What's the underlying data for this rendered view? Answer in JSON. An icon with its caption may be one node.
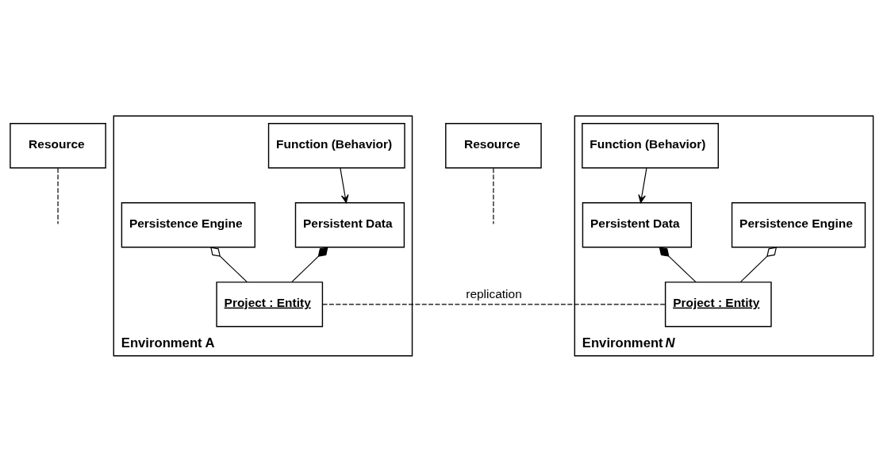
{
  "diagram": {
    "nodes": [
      {
        "text": [
          "Resource"
        ]
      },
      {
        "text": [
          "Environment A"
        ]
      },
      {
        "text": [
          "Persistent Data"
        ],
        "in": 1
      },
      {
        "text": [
          "Project : Entity"
        ],
        "in": 1
      },
      {
        "text": [
          "Function (Behavior)"
        ],
        "in": 1
      },
      {
        "text": [
          "Persistence Engine"
        ],
        "in": 1
      },
      {
        "text": [
          "Resource"
        ]
      },
      {
        "text": [
          "Environment *N*"
        ]
      },
      {
        "text": [
          "Persistent Data"
        ],
        "in": 7
      },
      {
        "text": [
          "Project : Entity"
        ],
        "in": 7
      },
      {
        "text": [
          "Persistence Engine"
        ],
        "in": 7
      },
      {
        "text": [
          "Function (Behavior)"
        ],
        "in": 7
      }
    ],
    "edges": [
      {
        "from": 0,
        "to": null,
        "arrow": "none",
        "style": "dashed"
      },
      {
        "from": 4,
        "to": 2,
        "arrow": "to"
      },
      {
        "from": 2,
        "to": 3,
        "arrow": "other"
      },
      {
        "from": 5,
        "to": 3,
        "arrow": "other"
      },
      {
        "from": 3,
        "to": 9,
        "arrow": "none",
        "label": "replication",
        "style": "dashed"
      },
      {
        "from": 6,
        "to": null,
        "arrow": "none",
        "style": "dashed"
      },
      {
        "from": 11,
        "to": 8,
        "arrow": "to"
      },
      {
        "from": 8,
        "to": 9,
        "arrow": "other"
      },
      {
        "from": 10,
        "to": 9,
        "arrow": "other"
      }
    ]
  }
}
